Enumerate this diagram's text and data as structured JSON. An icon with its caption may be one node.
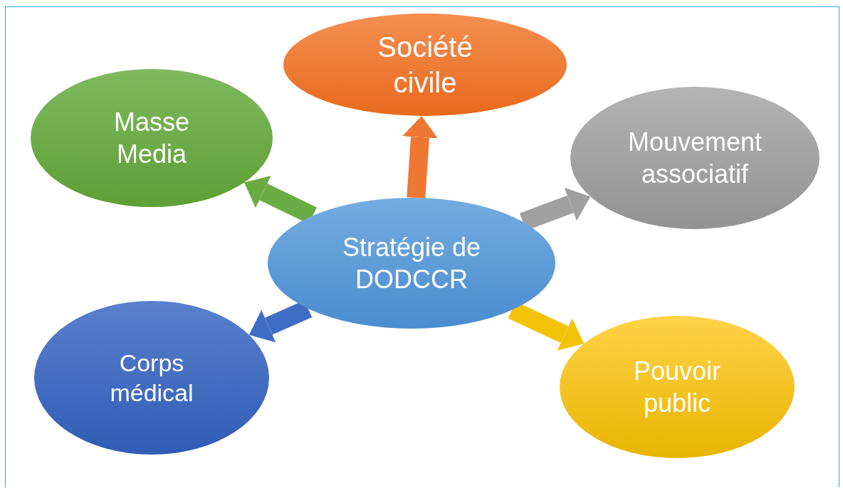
{
  "diagram": {
    "nodes": [
      {
        "text": [
          "Société civile"
        ]
      },
      {
        "text": [
          "Masse Media"
        ]
      },
      {
        "text": [
          "Mouvement associatif"
        ]
      },
      {
        "text": [
          "Stratégie de DODCCR"
        ]
      },
      {
        "text": [
          "Corps médical"
        ]
      },
      {
        "text": [
          "Pouvoir public"
        ]
      }
    ],
    "edges": [
      {
        "from": 3,
        "to": 0,
        "arrow": "to",
        "color": "#ee7733"
      },
      {
        "from": 3,
        "to": 1,
        "arrow": "to",
        "color": "#6aac44"
      },
      {
        "from": 3,
        "to": 2,
        "arrow": "to",
        "color": "#a0a0a0"
      },
      {
        "from": 3,
        "to": 4,
        "arrow": "to",
        "color": "#3f6cc4"
      },
      {
        "from": 3,
        "to": 5,
        "arrow": "to",
        "color": "#f5c20a"
      }
    ]
  }
}
